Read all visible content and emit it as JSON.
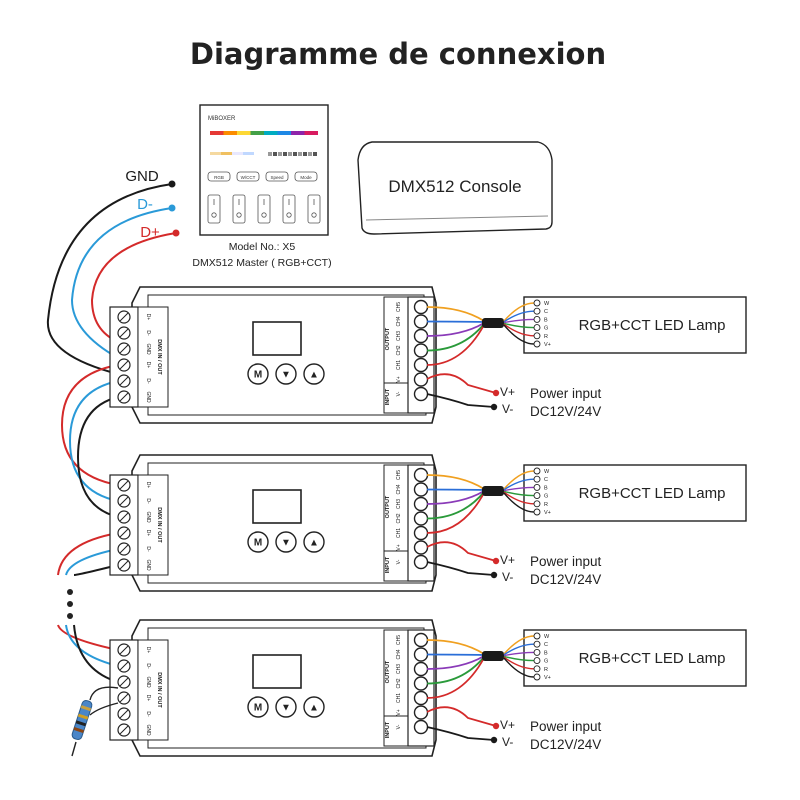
{
  "title": "Diagramme de connexion",
  "remote": {
    "brand": "MiBOXER",
    "model_line": "Model No.: X5",
    "desc_line": "DMX512 Master ( RGB+CCT)",
    "keys": [
      "RGB",
      "W/CCT",
      "Speed",
      "Mode"
    ]
  },
  "console": {
    "label": "DMX512 Console"
  },
  "bus_labels": {
    "gnd": "GND",
    "dminus": "D-",
    "dplus": "D+"
  },
  "decoder": {
    "dmx_label": "DMX  IN / OUT",
    "dmx_terminals": [
      "D+",
      "D-",
      "GND",
      "D+",
      "D-",
      "GND"
    ],
    "output_label": "OUTPUT",
    "output_terminals": [
      "CH5",
      "CH4",
      "CH3",
      "CH2",
      "CH1"
    ],
    "input_label": "INPUT",
    "input_terminals": [
      "V+",
      "V-"
    ],
    "buttons": [
      "M",
      "▼",
      "▲"
    ]
  },
  "lamp": {
    "label": "RGB+CCT LED Lamp",
    "pins": [
      "W",
      "C",
      "B",
      "G",
      "R",
      "V+"
    ]
  },
  "power": {
    "vplus": "V+",
    "vminus": "V-",
    "label": "Power input",
    "voltage": "DC12V/24V"
  },
  "units": 3,
  "colors": {
    "gnd": "#1a1a1a",
    "dminus": "#2a9ad8",
    "dplus": "#d42a2a",
    "ch_orange": "#f0a020",
    "ch_blue": "#2a6ed8",
    "ch_green": "#2a9a3a",
    "ch_red": "#d42a2a",
    "ch_purple": "#8a3ab8",
    "vplus": "#d42a2a",
    "vminus": "#1a1a1a"
  }
}
